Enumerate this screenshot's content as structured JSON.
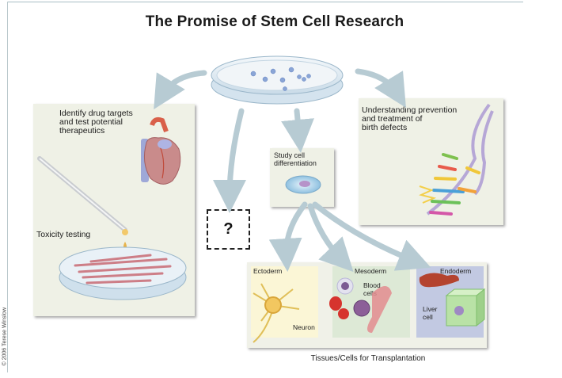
{
  "title": "The Promise of Stem Cell Research",
  "copyright": "© 2006 Terese Winslow",
  "panels": {
    "drug_targets": {
      "label": "Identify drug targets\nand test potential\ntherapeutics",
      "sub_label": "Toxicity testing",
      "icons": [
        "heart-icon",
        "pipette-icon",
        "petri-dish-icon"
      ]
    },
    "birth_defects": {
      "label": "Understanding prevention\nand treatment of\nbirth defects",
      "icons": [
        "dna-helix-icon"
      ]
    },
    "differentiation": {
      "label": "Study cell\ndifferentiation",
      "icons": [
        "stem-cell-icon"
      ]
    },
    "unknown": {
      "label": "?"
    },
    "tissues": {
      "caption": "Tissues/Cells for Transplantation",
      "germ_layers": [
        {
          "name": "Ectoderm",
          "cell_label": "Neuron"
        },
        {
          "name": "Mesoderm",
          "cell_label": "Blood\ncells"
        },
        {
          "name": "Endoderm",
          "cell_label": "Liver\ncell"
        }
      ]
    }
  },
  "colors": {
    "panel_bg": "#eff1e6",
    "arrow": "#b7cbd3",
    "ectoderm_bg": "#fbf6d6",
    "mesoderm_bg": "#dde9d6",
    "endoderm_bg": "#c2c9e2"
  }
}
